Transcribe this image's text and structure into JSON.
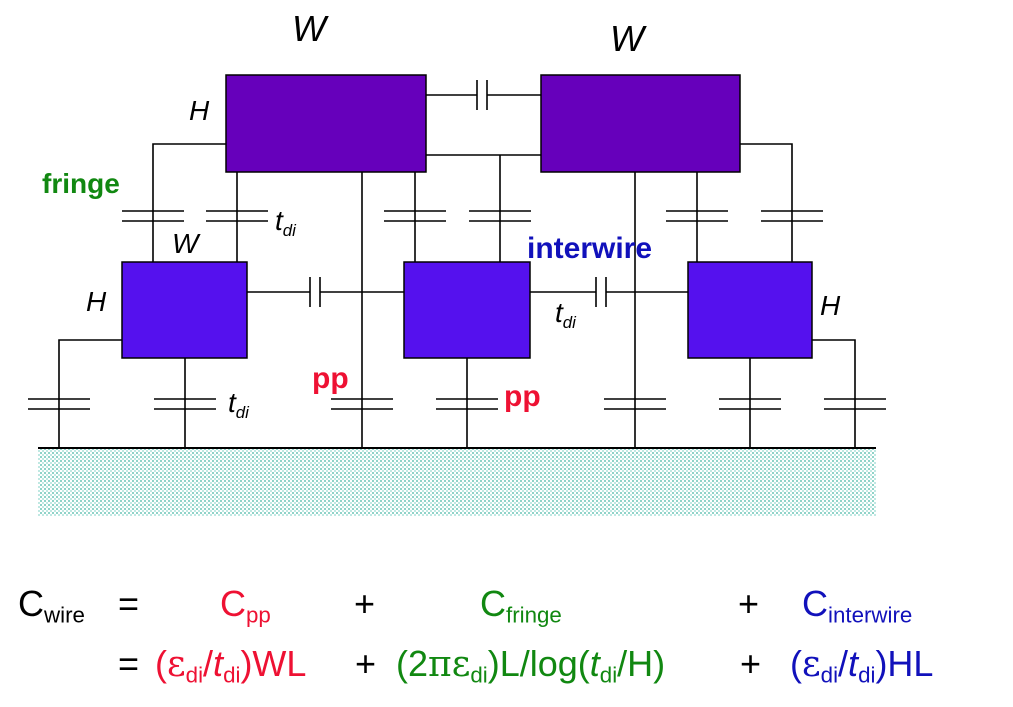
{
  "labels": {
    "W_top_left": "W",
    "W_top_right": "W",
    "H_top": "H",
    "fringe": "fringe",
    "W_lower": "W",
    "t_upper": "t",
    "t_upper_sub": "di",
    "interwire": "interwire",
    "H_left": "H",
    "H_right": "H",
    "t_mid": "t",
    "t_mid_sub": "di",
    "pp_left": "pp",
    "pp_right": "pp",
    "t_lower": "t",
    "t_lower_sub": "di"
  },
  "equation": {
    "line1": {
      "lhs_main": "C",
      "lhs_sub": "wire",
      "equals": "=",
      "pp_main": "C",
      "pp_sub": "pp",
      "plus1": "+",
      "fringe_main": "C",
      "fringe_sub": "fringe",
      "plus2": "+",
      "inter_main": "C",
      "inter_sub": "interwire"
    },
    "line2": {
      "equals": "=",
      "pp_a": "(",
      "pp_eps": "ε",
      "pp_eps_sub": "di",
      "pp_slash": "/",
      "pp_t": "t",
      "pp_t_sub": "di",
      "pp_end": ")WL",
      "plus1": "+",
      "fr_a": "(2",
      "fr_pi": "π",
      "fr_eps": "ε",
      "fr_eps_sub": "di",
      "fr_mid": ")L/log(",
      "fr_t": "t",
      "fr_t_sub": "di",
      "fr_end": "/H)",
      "plus2": "+",
      "in_a": "(",
      "in_eps": "ε",
      "in_eps_sub": "di",
      "in_slash": "/",
      "in_t": "t",
      "in_t_sub": "di",
      "in_end": ")HL"
    }
  },
  "colors": {
    "upper_wire": "#6600bb",
    "lower_wire": "#5511ee",
    "pp": "#ee1133",
    "fringe": "#118811",
    "interwire": "#1111bb",
    "substrate": "#aadddd",
    "line": "#000000"
  }
}
